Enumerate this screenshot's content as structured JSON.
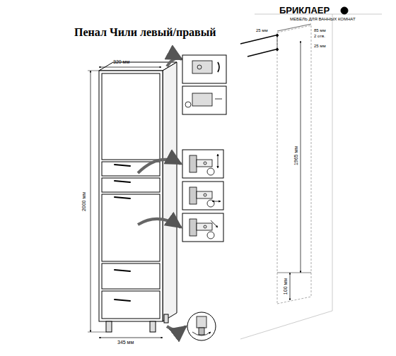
{
  "diagram": {
    "title": "Пенал Чили левый/правый",
    "labels": [
      "БРИКЛАЕР",
      "МЕБЕЛЬ ДЛЯ ВАННЫХ КОМНАТ",
      "320 мм",
      "2000 мм",
      "345 мм",
      "25 мм",
      "85 мм",
      "2 отв.",
      "25 мм",
      "1965 мм",
      "100 мм"
    ]
  }
}
